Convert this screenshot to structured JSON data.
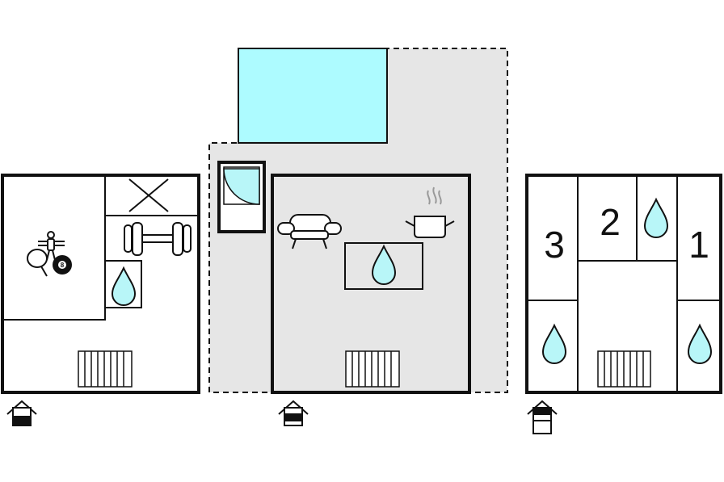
{
  "colors": {
    "wall": "#111111",
    "terrace": "#e6e6e6",
    "pool": "#adfbff",
    "water_drop": "#b8f6f8",
    "background": "#ffffff"
  },
  "floors": [
    {
      "name": "lower-floor",
      "level_icon": "house-level-icon-basement",
      "amenities": [
        "table-football-icon",
        "table-tennis-icon",
        "billiard-ball-icon",
        "dumbbell-icon",
        "water-drop-icon",
        "radiator-icon",
        "stairs-icon"
      ]
    },
    {
      "name": "ground-floor",
      "level_icon": "house-level-icon-ground",
      "amenities": [
        "pool-icon",
        "shower-icon",
        "sofa-icon",
        "cooking-pot-icon",
        "water-drop-icon",
        "radiator-icon",
        "terrace"
      ]
    },
    {
      "name": "upper-floor",
      "level_icon": "house-level-icon-upper",
      "amenities": [
        "water-drop-icon",
        "water-drop-icon",
        "water-drop-icon",
        "radiator-icon"
      ]
    }
  ],
  "bedrooms": [
    {
      "number": "3"
    },
    {
      "number": "2"
    },
    {
      "number": "1"
    }
  ],
  "billiard_ball_number": "8"
}
